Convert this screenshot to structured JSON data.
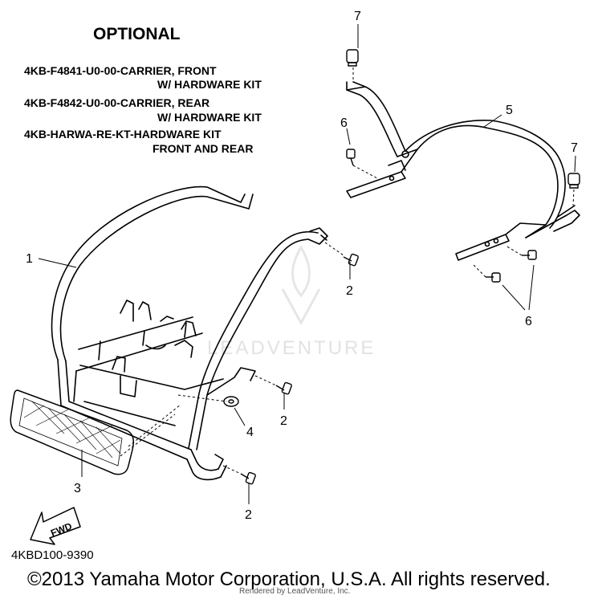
{
  "title": "OPTIONAL",
  "parts_list": [
    {
      "line1": "4KB-F4841-U0-00-CARRIER, FRONT",
      "line2": "W/ HARDWARE KIT"
    },
    {
      "line1": "4KB-F4842-U0-00-CARRIER, REAR",
      "line2": "W/ HARDWARE KIT"
    },
    {
      "line1": "4KB-HARWA-RE-KT-HARDWARE KIT",
      "line2": "FRONT AND REAR"
    }
  ],
  "callouts": [
    "1",
    "2",
    "2",
    "2",
    "3",
    "4",
    "5",
    "6",
    "6",
    "7",
    "7"
  ],
  "fwd_label": "FWD",
  "watermark": "LEADVENTURE",
  "figure_code": "4KBD100-9390",
  "copyright": "©2013 Yamaha Motor Corporation, U.S.A. All rights reserved.",
  "render_note": "Rendered by LeadVenture, Inc."
}
